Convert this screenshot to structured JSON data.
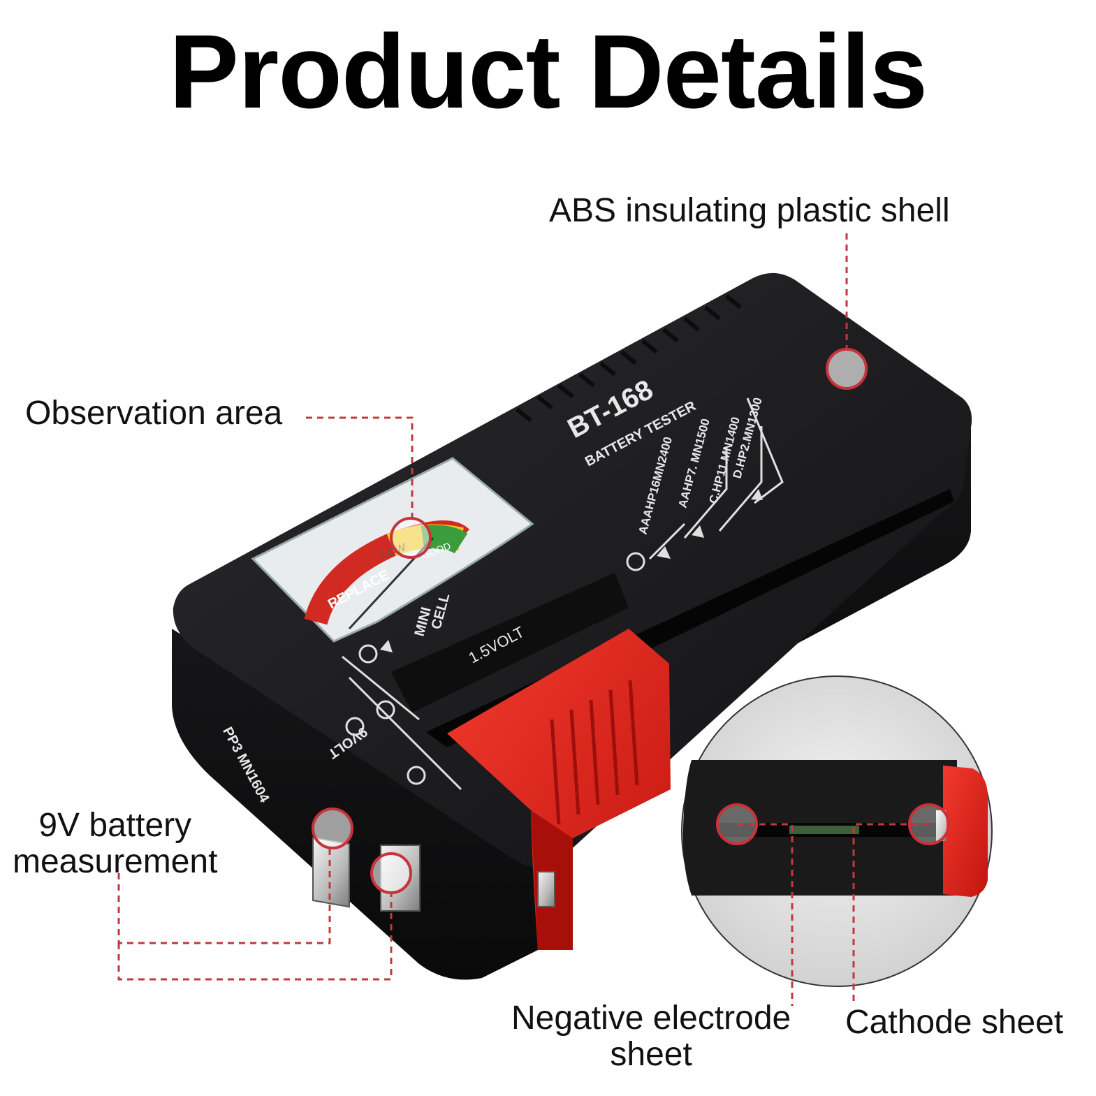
{
  "title": "Product Details",
  "callouts": {
    "abs_shell": "ABS insulating plastic shell",
    "observation": "Observation area",
    "battery_9v_line1": "9V battery",
    "battery_9v_line2": "measurement",
    "negative_line1": "Negative electrode",
    "negative_line2": "sheet",
    "cathode": "Cathode sheet"
  },
  "device": {
    "model": "BT-168",
    "subtitle": "BATTERY TESTER",
    "slot_aaa": "AAAHP16MN2400",
    "slot_aa": "AAHP7. MN1500",
    "slot_c": "C.HP11.MN1400",
    "slot_d": "D.HP2.MN1300",
    "volt_15": "1.5VOLT",
    "mini_cell_1": "MINI",
    "mini_cell_2": "CELL",
    "volt_9": "9VOLT",
    "pp3": "PP3 MN1604",
    "meter_replace": "REPLACE",
    "meter_low": "LOW",
    "meter_good": "GOOD"
  },
  "colors": {
    "body": "#1c1c1e",
    "slider_red": "#e8231f",
    "marker_red": "#c8323a",
    "leader": "#c0393f"
  }
}
